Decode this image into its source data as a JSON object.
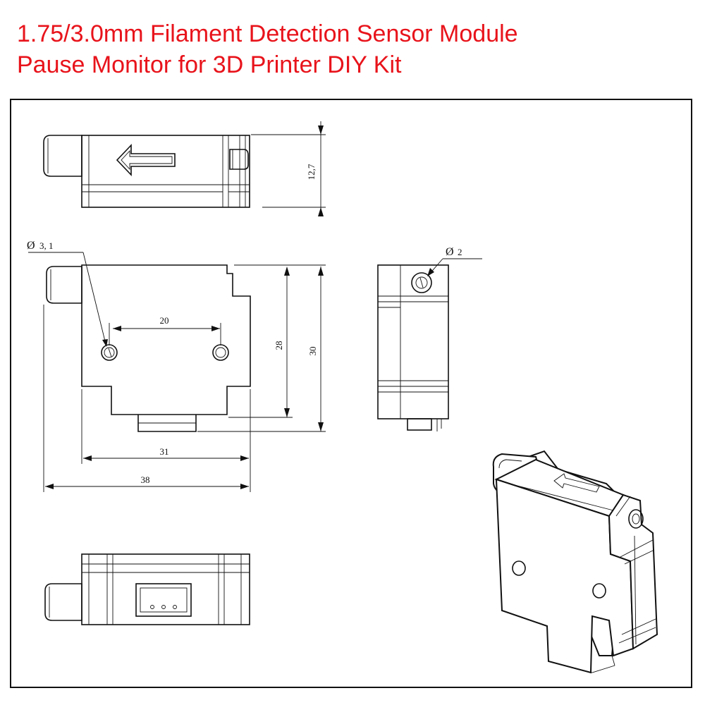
{
  "title": {
    "line1": "1.75/3.0mm Filament Detection Sensor Module",
    "line2": "Pause Monitor for 3D Printer DIY Kit"
  },
  "dimensions": {
    "height_top": "12,7",
    "hole_dia_left": "3, 1",
    "hole_dia_right": "2",
    "hole_spacing": "20",
    "inner_height": "28",
    "outer_height": "30",
    "inner_width": "31",
    "outer_width": "38"
  },
  "symbols": {
    "diameter": "Ø"
  }
}
